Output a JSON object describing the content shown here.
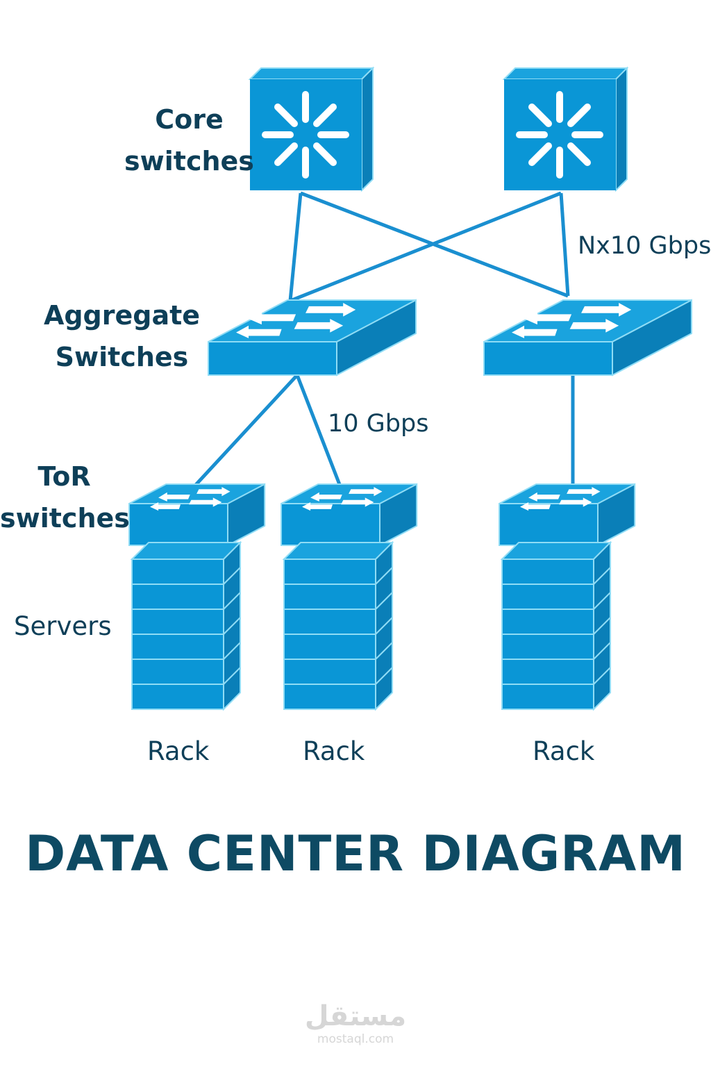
{
  "title": "DATA CENTER DIAGRAM",
  "tiers": {
    "core": {
      "label_line1": "Core",
      "label_line2": "switches",
      "count": 2
    },
    "aggregate": {
      "label_line1": "Aggregate",
      "label_line2": "Switches",
      "count": 2
    },
    "tor": {
      "label_line1": "ToR",
      "label_line2": "switches",
      "count": 3
    },
    "servers": {
      "label": "Servers",
      "units_per_rack": 6
    }
  },
  "links": {
    "core_to_aggregate_speed": "Nx10 Gbps",
    "aggregate_to_tor_speed": "10 Gbps"
  },
  "racks": [
    {
      "label": "Rack"
    },
    {
      "label": "Rack"
    },
    {
      "label": "Rack"
    }
  ],
  "colors": {
    "device_fill": "#0a96d6",
    "device_top": "#1aa3de",
    "device_side": "#0a7fb8",
    "device_edge": "#8fdcf5",
    "link": "#1a8fd0",
    "text": "#0e3f58",
    "glyph": "#ffffff"
  },
  "watermark": {
    "arabic": "مستقل",
    "site": "mostaql.com"
  }
}
